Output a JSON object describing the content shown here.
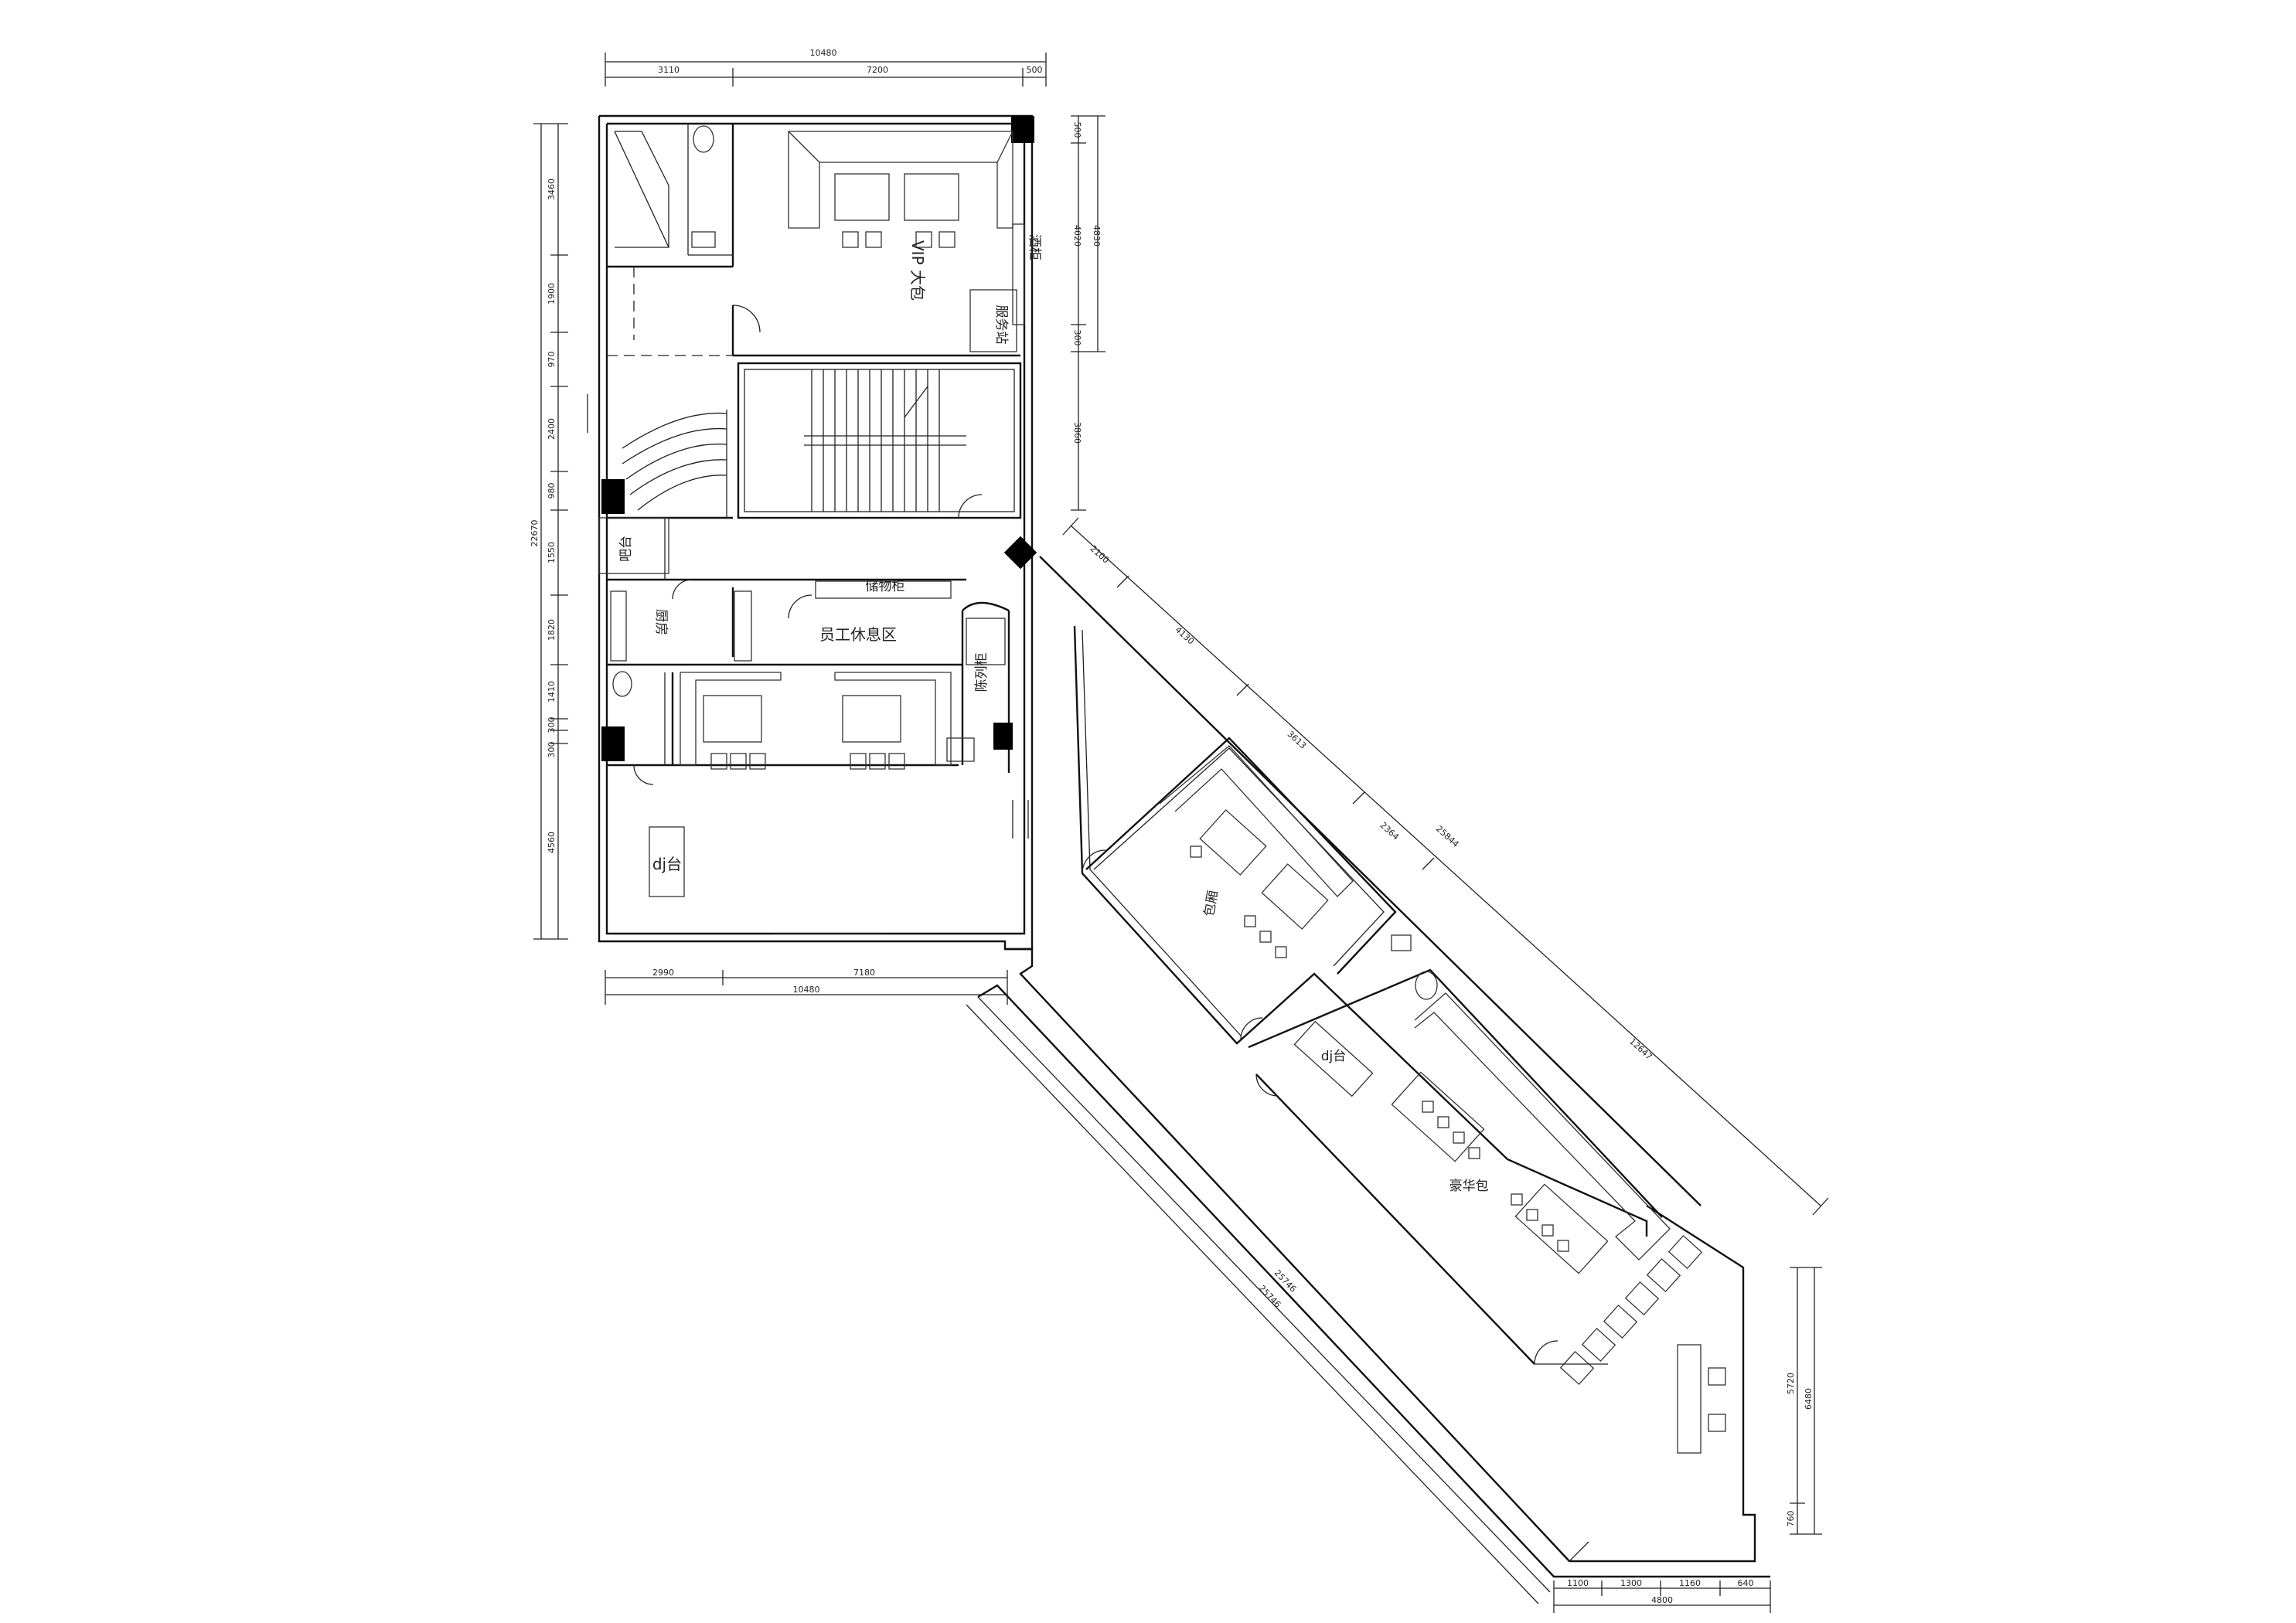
{
  "drawing": {
    "rooms": {
      "vip_room_top": "VIP 大包",
      "wine_cabinet": "酒柜",
      "service_station": "服务站",
      "bar_counter": "吧台",
      "kitchen": "厨房",
      "staff_lounge": "员工休息区",
      "stock_cabinet": "储物柜",
      "display_cabinet": "陈列柜",
      "dj_main": "dj台",
      "mid_room": "包厢",
      "dj_side": "dj台",
      "vip_large": "豪华包"
    },
    "dims_top": {
      "total": "10480",
      "a": "3110",
      "b": "7200",
      "c": "500"
    },
    "dims_left": {
      "total": "22670",
      "d1": "3460",
      "d2": "1900",
      "d3": "970",
      "d4": "2400",
      "d5": "980",
      "d6": "1550",
      "d7": "1820",
      "d8": "1410",
      "d9": "300",
      "d10": "300",
      "d11": "4560"
    },
    "dims_right": {
      "d1": "500",
      "d2": "4020",
      "d3": "4830",
      "d4": "300",
      "d5": "3860"
    },
    "dims_bottom": {
      "total": "10480",
      "a": "2990",
      "b": "7180"
    },
    "dims_diag_upper": {
      "a": "2100",
      "b": "4130",
      "c": "3613",
      "d": "2364",
      "e": "25844",
      "f": "12647"
    },
    "dims_diag_lower": {
      "a": "25746",
      "b": "25746"
    },
    "dims_tail_bottom": {
      "total": "4800",
      "a": "1100",
      "b": "1300",
      "c": "1160",
      "d": "640"
    },
    "dims_tail_right": {
      "a": "5720",
      "b": "6480",
      "c": "760"
    }
  }
}
